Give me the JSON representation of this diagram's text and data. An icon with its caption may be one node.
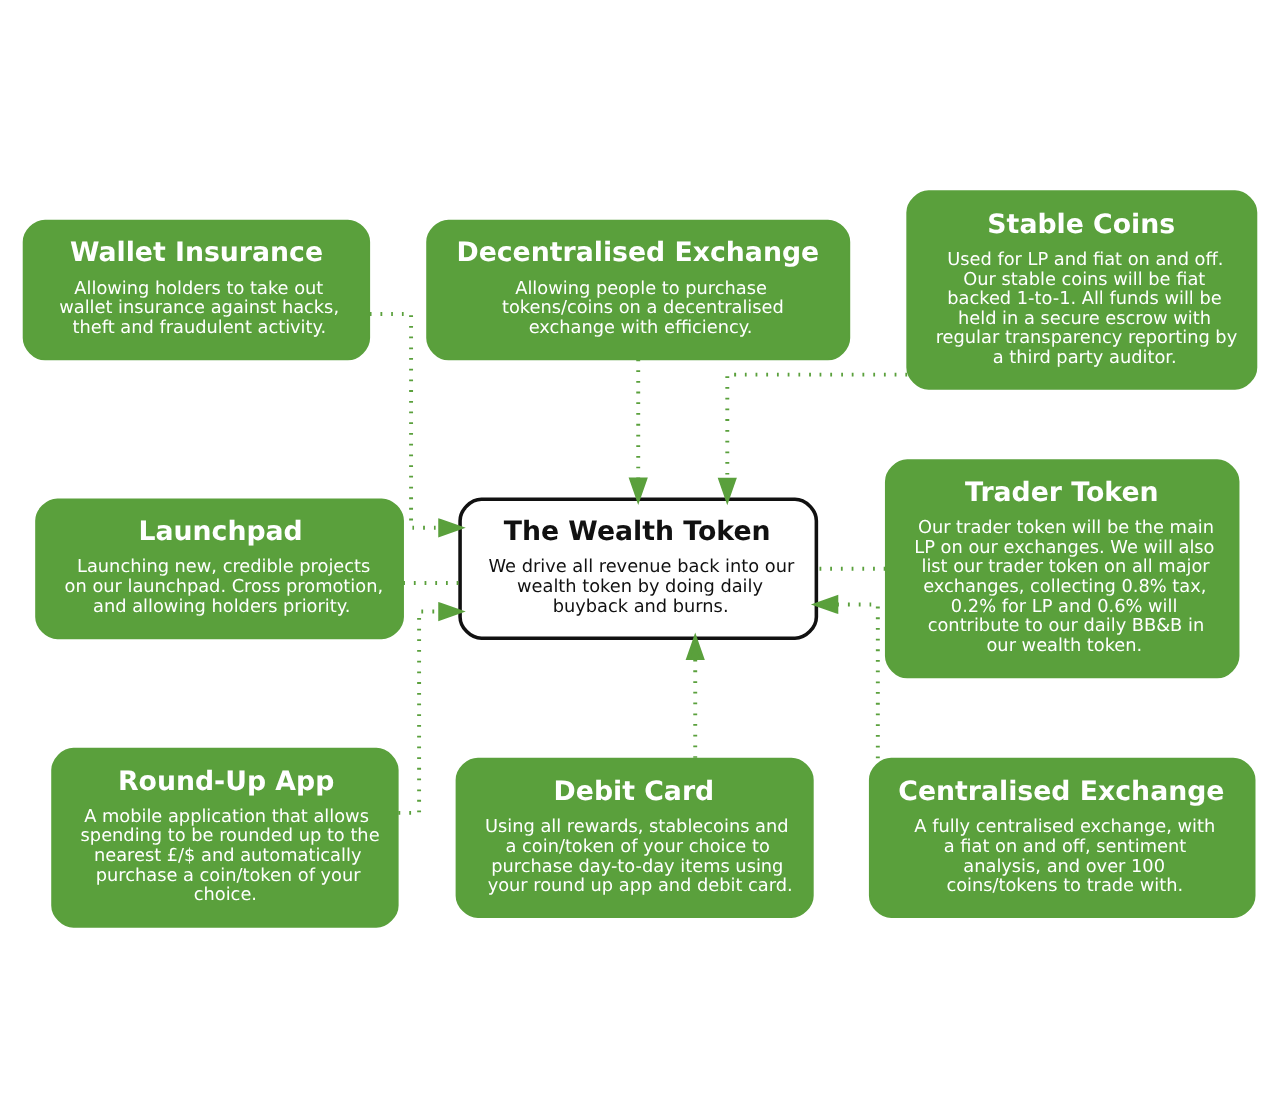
{
  "diagram": {
    "nodes": [
      {
        "text": [
          "Wallet Insurance",
          "Allowing holders to take out wallet insurance against hacks, theft and fraudulent activity."
        ]
      },
      {
        "text": [
          "Decentralised Exchange",
          "Allowing people to purchase tokens/coins on a decentralised exchange with efficiency."
        ]
      },
      {
        "text": [
          "Stable Coins",
          "Used for LP and fiat on and off. Our stable coins will be fiat backed 1-to-1. All funds will be held in a secure escrow with regular transparency reporting by a third party auditor."
        ]
      },
      {
        "text": [
          "Launchpad",
          "Launching new, credible projects on our launchpad. Cross promotion, and allowing holders priority."
        ]
      },
      {
        "text": [
          "The Wealth Token",
          "We drive all revenue back into our wealth token by doing daily buyback and burns."
        ]
      },
      {
        "text": [
          "Trader Token",
          "Our trader token will be the main LP on our exchanges. We will also list our trader token on all major exchanges, collecting 0.8% tax, 0.2% for LP and 0.6% will contribute to our daily BB&B in our wealth token."
        ]
      },
      {
        "text": [
          "Round-Up App",
          "A mobile application that allows spending to be rounded up to the nearest £/$ and automatically purchase a coin/token of your choice."
        ]
      },
      {
        "text": [
          "Debit Card",
          "Using all rewards, stablecoins and a coin/token of your choice to purchase day-to-day items using your round up app and debit card."
        ]
      },
      {
        "text": [
          "Centralised Exchange",
          "A fully centralised exchange, with a fiat on and off, sentiment analysis, and over 100 coins/tokens to trade with."
        ]
      }
    ],
    "edges": [
      {
        "from": 0,
        "to": 4,
        "arrow": "to"
      },
      {
        "from": 1,
        "to": 4,
        "arrow": "to"
      },
      {
        "from": 2,
        "to": 4,
        "arrow": "to"
      },
      {
        "from": 3,
        "to": 4,
        "arrow": "none"
      },
      {
        "from": 5,
        "to": 4,
        "arrow": "none"
      },
      {
        "from": 6,
        "to": 4,
        "arrow": "to"
      },
      {
        "from": 7,
        "to": 4,
        "arrow": "to"
      },
      {
        "from": 8,
        "to": 4,
        "arrow": "to"
      }
    ]
  }
}
